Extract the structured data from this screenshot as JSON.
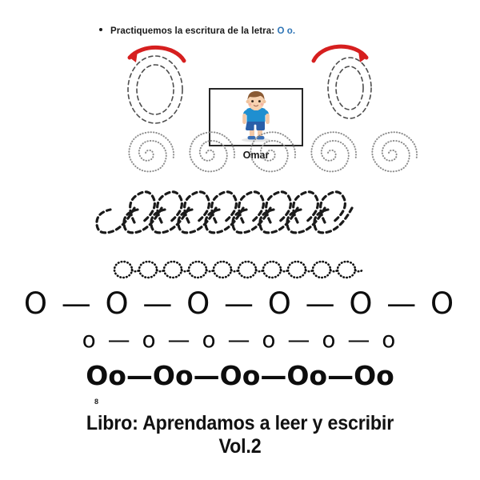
{
  "worksheet": {
    "instruction_prefix": "Practiquemos la escritura de la letra:",
    "instruction_letters": "O o.",
    "bullet_icon": "bullet-dot",
    "target_letter_upper": "O",
    "target_letter_lower": "o"
  },
  "picture_card": {
    "label": "Omar",
    "illustration": "cartoon-boy",
    "hair_color": "#8a5a33",
    "shirt_color": "#1f8fd0",
    "shorts_color": "#2a5fa8",
    "skin_color": "#f3c8a6",
    "border_color": "#262626"
  },
  "tracing": {
    "arrow_color": "#d61f1f",
    "dash_color": "#4d4d4d",
    "dot_color": "#8c8c8c",
    "left_arrow_direction": "counterclockwise",
    "right_arrow_direction": "clockwise",
    "big_o_left": "O",
    "big_o_right": "O",
    "spiral_count": 5,
    "loop_count": 8,
    "circle_chain_count": 10
  },
  "rows": {
    "uppercase": "O — O — O — O — O — O",
    "lowercase": "o — o — o — o — o — o",
    "pairs": "Oo—Oo—Oo—Oo—Oo"
  },
  "footer": {
    "page_number": "8",
    "line1": "Libro: Aprendamos a leer y escribir",
    "line2": "Vol.2"
  }
}
